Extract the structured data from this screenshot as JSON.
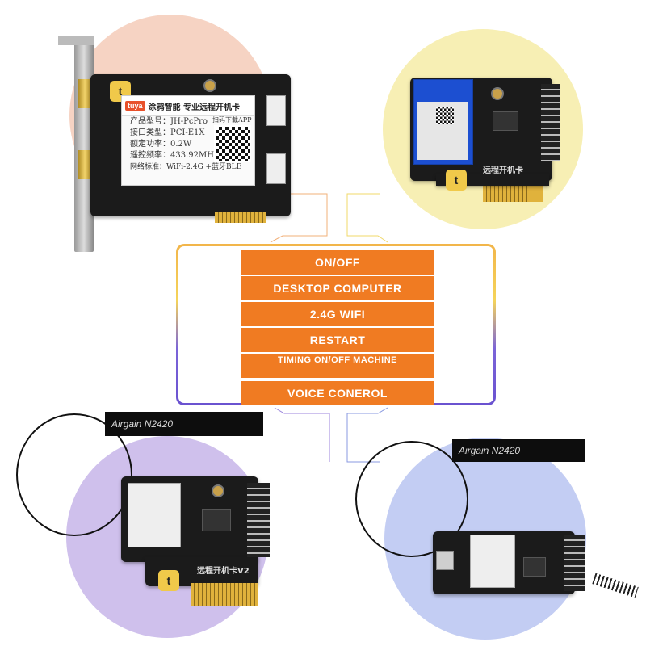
{
  "features": {
    "items": [
      "ON/OFF",
      "DESKTOP COMPUTER",
      "2.4G WIFI",
      "RESTART",
      "TIMING ON/OFF MACHINE",
      "VOICE CONEROL"
    ]
  },
  "card_top_left": {
    "brand": "tuya",
    "title": "涂鸦智能 专业远程开机卡",
    "rows": [
      "产品型号：JH-PcPro",
      "接口类型：PCI-E1X",
      "额定功率：0.2W",
      "遥控频率：433.92MHz",
      "网络标准：WiFi-2.4G +蓝牙BLE"
    ],
    "qr_caption": "扫码下载APP"
  },
  "card_top_right": {
    "silk": "远程开机卡"
  },
  "card_bottom_left": {
    "antenna_text": "Airgain N2420",
    "silk": "远程开机卡V2"
  },
  "card_bottom_right": {
    "antenna_text": "Airgain N2420"
  },
  "colors": {
    "feature_bg": "#f07b22",
    "circle_top_left": "#f6d3c3",
    "circle_top_right": "#f7efb4",
    "circle_bottom_left": "#cfc0ec",
    "circle_bottom_right": "#c3cdf3"
  }
}
